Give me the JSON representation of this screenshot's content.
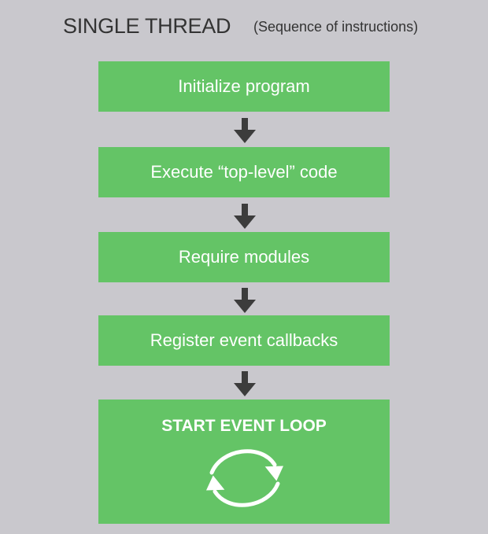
{
  "header": {
    "title": "SINGLE THREAD",
    "subtitle": "(Sequence of instructions)"
  },
  "steps": [
    {
      "label": "Initialize program"
    },
    {
      "label": "Execute “top-level” code"
    },
    {
      "label": "Require modules"
    },
    {
      "label": "Register event callbacks"
    }
  ],
  "final_step": {
    "label": "START EVENT LOOP",
    "icon": "loop-cycle-icon"
  },
  "icons": {
    "connector": "arrow-down-icon"
  },
  "colors": {
    "background": "#c9c8cd",
    "box": "#64c466",
    "box_text": "#ffffff",
    "arrow": "#3c3c3c",
    "title_text": "#333333"
  }
}
